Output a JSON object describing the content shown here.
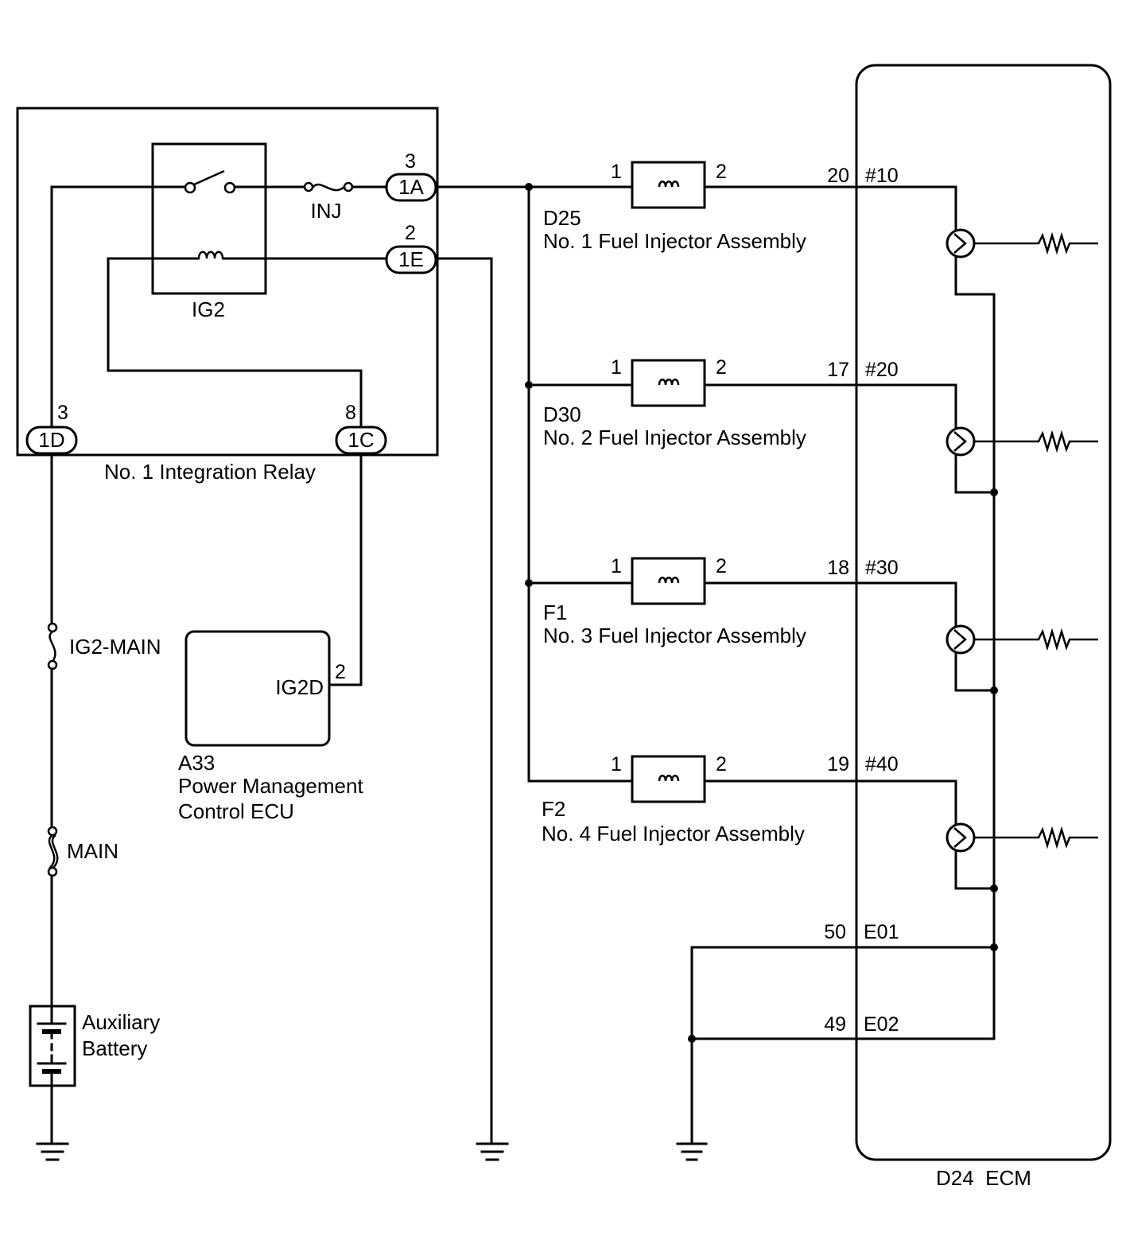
{
  "relay": {
    "name": "No. 1 Integration Relay",
    "inner_relay": "IG2",
    "fuse": "INJ",
    "connectors": [
      {
        "id": "1A",
        "pin": "3"
      },
      {
        "id": "1E",
        "pin": "2"
      },
      {
        "id": "1D",
        "pin": "3"
      },
      {
        "id": "1C",
        "pin": "8"
      }
    ]
  },
  "fuses": {
    "ig2_main": "IG2-MAIN",
    "main": "MAIN"
  },
  "battery": {
    "line1": "Auxiliary",
    "line2": "Battery"
  },
  "power_ecu": {
    "code": "A33",
    "line1": "Power Management",
    "line2": "Control ECU",
    "terminal": "IG2D",
    "pin": "2"
  },
  "injectors": [
    {
      "code": "D25",
      "name": "No. 1 Fuel Injector Assembly",
      "pin_in": "1",
      "pin_out": "2",
      "ecu_pin": "20",
      "ecu_terminal": "#10"
    },
    {
      "code": "D30",
      "name": "No. 2 Fuel Injector Assembly",
      "pin_in": "1",
      "pin_out": "2",
      "ecu_pin": "17",
      "ecu_terminal": "#20"
    },
    {
      "code": "F1",
      "name": "No. 3 Fuel Injector Assembly",
      "pin_in": "1",
      "pin_out": "2",
      "ecu_pin": "18",
      "ecu_terminal": "#30"
    },
    {
      "code": "F2",
      "name": "No. 4 Fuel Injector Assembly",
      "pin_in": "1",
      "pin_out": "2",
      "ecu_pin": "19",
      "ecu_terminal": "#40"
    }
  ],
  "ecu": {
    "name": "D24  ECM",
    "grounds": [
      {
        "pin": "50",
        "terminal": "E01"
      },
      {
        "pin": "49",
        "terminal": "E02"
      }
    ]
  }
}
